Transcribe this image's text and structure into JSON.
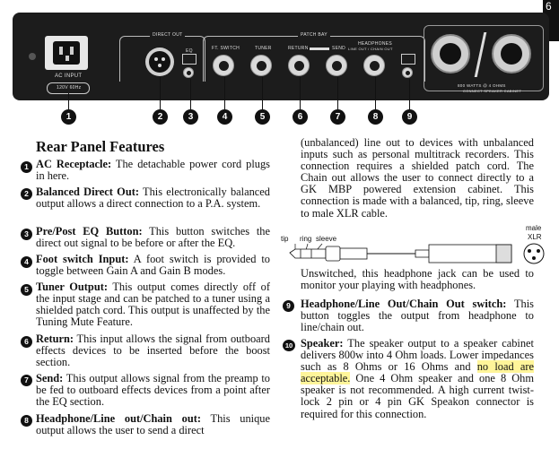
{
  "corner_tab": "6",
  "panel": {
    "ac_input": "AC INPUT",
    "ac_voltage": "120V 60Hz",
    "direct_out": "DIRECT OUT",
    "eq_button": "EQ",
    "patch_bay": "PATCH BAY",
    "ft_switch": "FT. SWITCH",
    "tuner": "TUNER",
    "return": "RETURN",
    "send": "SEND",
    "headphones": "HEADPHONES",
    "headphones_sub": "LINE OUT / CHAIN OUT",
    "speaker_rating": "800 WATTS @ 4 OHMS",
    "speaker_sub": "CONNECT SPEAKER CABINET",
    "markers": [
      "1",
      "2",
      "3",
      "4",
      "5",
      "6",
      "7",
      "8",
      "9"
    ]
  },
  "title": "Rear Panel Features",
  "items": [
    {
      "n": "1",
      "label": "AC Receptacle:",
      "text": " The detachable power cord plugs in here."
    },
    {
      "n": "2",
      "label": "Balanced Direct Out:",
      "text": " This electronically balanced output allows a direct connection to a P.A. system."
    },
    {
      "n": "3",
      "label": "Pre/Post EQ Button:",
      "text": " This button switches the direct out signal to be before or after the EQ."
    },
    {
      "n": "4",
      "label": "Foot switch Input:",
      "text": " A foot switch is provided to toggle between Gain A and Gain B modes."
    },
    {
      "n": "5",
      "label": "Tuner Output:",
      "text": " This output comes directly off of the input stage and can be patched to a tuner using a shielded patch cord. This output is unaffected by the Tuning Mute Feature."
    },
    {
      "n": "6",
      "label": "Return:",
      "text": " This input allows the signal from outboard effects devices to be inserted before the boost section."
    },
    {
      "n": "7",
      "label": "Send:",
      "text": " This output allows signal from the preamp to be fed to outboard effects devices from a point after the EQ section."
    },
    {
      "n": "8",
      "label": "Headphone/Line out/Chain out:",
      "text": " This unique output allows the user to send a direct"
    }
  ],
  "col2_para1": "(unbalanced) line out to devices with unbalanced inputs such as personal multitrack recorders. This connection requires a shielded patch cord. The Chain out allows the user to connect directly to a GK MBP powered extension cabinet. This connection is made with a balanced, tip, ring, sleeve to male XLR cable.",
  "cable": {
    "tip": "tip",
    "ring": "ring",
    "sleeve": "sleeve",
    "male": "male",
    "xlr": "XLR"
  },
  "col2_para2": "Unswitched, this headphone jack can be used to monitor your playing with headphones.",
  "item9": {
    "n": "9",
    "label": "Headphone/Line Out/Chain Out switch:",
    "text": " This button toggles the output from headphone to line/chain out."
  },
  "item10": {
    "n": "10",
    "label": "Speaker:",
    "text_a": " The speaker output to a speaker cabinet delivers 800w into 4 Ohm loads. Lower impedances such as 8 Ohms or 16 Ohms and ",
    "highlight": "no load are acceptable.",
    "text_b": " One 4 Ohm speaker and one 8 Ohm speaker is not recommended. A high current twist-lock 2 pin or 4 pin GK Speakon connector is required for this connection."
  },
  "colors": {
    "panel": "#1c1c1c",
    "highlight": "#fff59a"
  }
}
